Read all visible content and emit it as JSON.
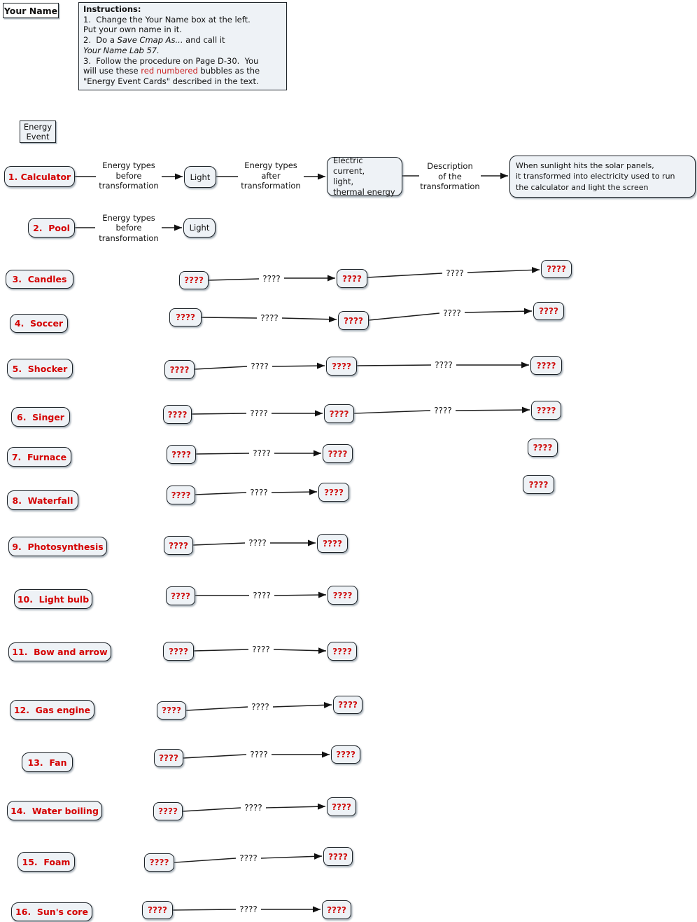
{
  "q": "????",
  "your_name": "Your Name",
  "energy_event": "Energy\nEvent",
  "instructions": {
    "title": "Instructions:",
    "l1": "1.  Change the Your Name box at the left.",
    "l2": "Put your own name in it.",
    "l3a": "2.  Do a ",
    "l3b": "Save Cmap As...",
    "l3c": " and call it",
    "l4": "Your Name Lab 57.",
    "l5": "3.  Follow the procedure on Page D-30.  You",
    "l6a": "will use these ",
    "l6b": "red numbered",
    "l6c": " bubbles as the",
    "l7": "\"Energy Event Cards\" described in the text."
  },
  "events": [
    "1. Calculator",
    "2.  Pool",
    "3.  Candles",
    "4.  Soccer",
    "5.  Shocker",
    "6.  Singer",
    "7.  Furnace",
    "8.  Waterfall",
    "9.  Photosynthesis",
    "10.  Light bulb",
    "11.  Bow and arrow",
    "12.  Gas engine",
    "13.  Fan",
    "14.  Water boiling",
    "15.  Foam",
    "16.  Sun's core"
  ],
  "row1": {
    "before_label": "Energy types\nbefore\ntransformation",
    "first_energy": "Light",
    "after_label": "Energy types\nafter\ntransformation",
    "result_energy": "Electric current,\nlight,\nthermal energy",
    "description_label": "Description\nof the\ntransformation",
    "description": "When sunlight hits the solar panels,\nit transformed into electricity used to run\nthe calculator and light the screen"
  },
  "row2": {
    "before_label": "Energy types\nbefore\ntransformation",
    "first_energy": "Light"
  },
  "colors": {
    "red_text": "#d40000",
    "node_fill": "#eef2f6",
    "line": "#1c1c1c"
  }
}
